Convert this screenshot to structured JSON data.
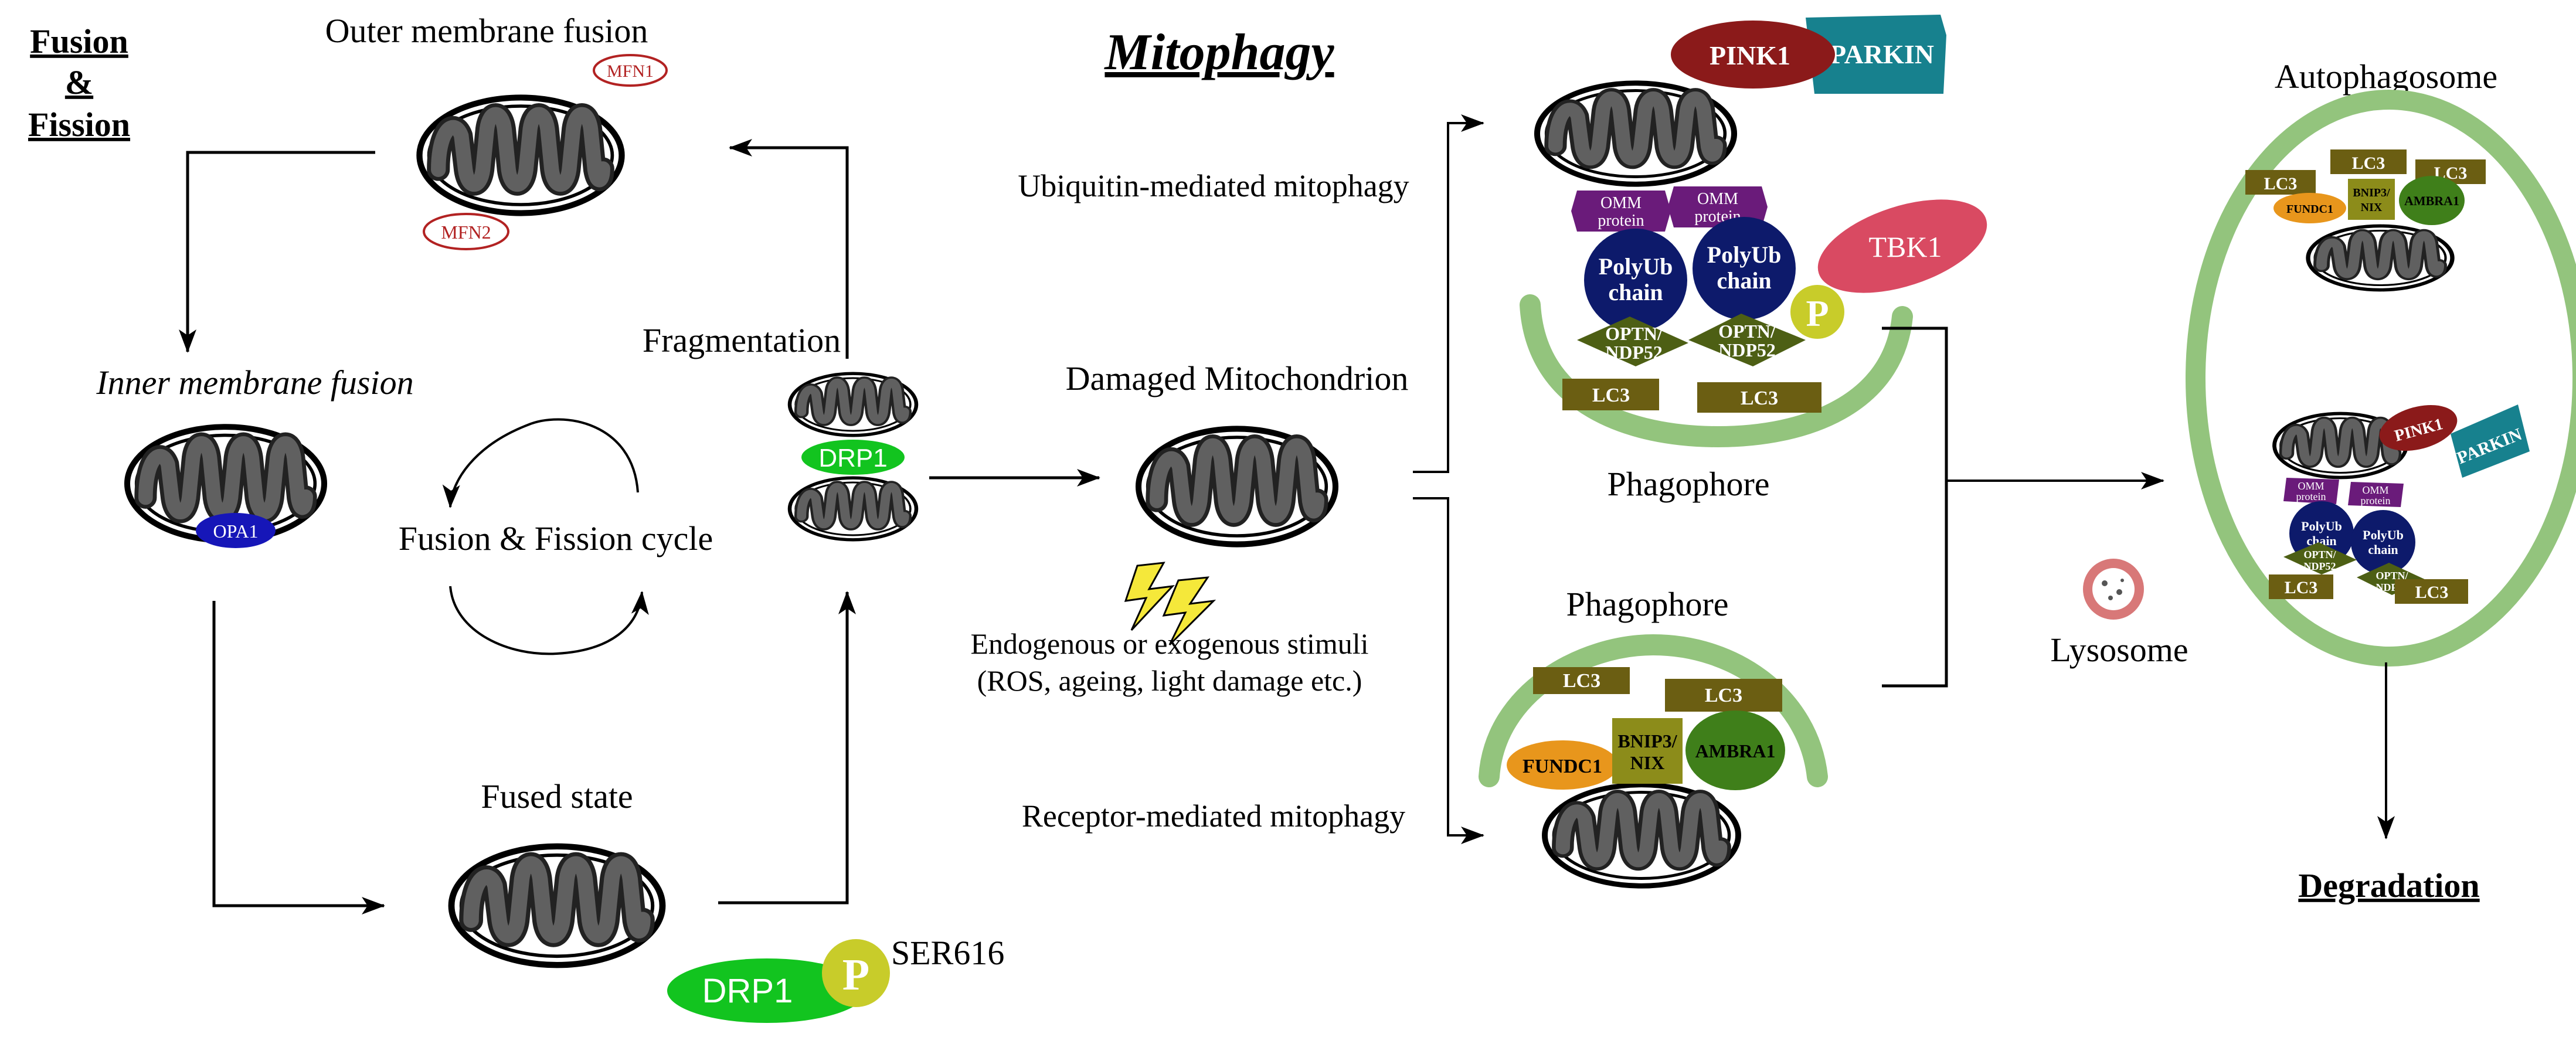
{
  "headings": {
    "fusion_fission": [
      "Fusion",
      "&",
      "Fission"
    ],
    "mitophagy": "Mitophagy",
    "degradation": "Degradation"
  },
  "labels": {
    "outer_membrane_fusion": "Outer membrane fusion",
    "inner_membrane_fusion": "Inner membrane fusion",
    "fusion_fission_cycle": "Fusion & Fission cycle",
    "fused_state": "Fused state",
    "fragmentation": "Fragmentation",
    "damaged_mitochondrion": "Damaged Mitochondrion",
    "stimuli_line1": "Endogenous or exogenous stimuli",
    "stimuli_line2": "(ROS, ageing, light damage etc.)",
    "ubiquitin_mitophagy": "Ubiquitin-mediated mitophagy",
    "receptor_mitophagy": "Receptor-mediated mitophagy",
    "phagophore_top": "Phagophore",
    "phagophore_bottom": "Phagophore",
    "autophagosome": "Autophagosome",
    "lysosome": "Lysosome",
    "ser616": "SER616"
  },
  "proteins": {
    "mfn1": "MFN1",
    "mfn2": "MFN2",
    "opa1": "OPA1",
    "drp1": "DRP1",
    "p": "P",
    "pink1": "PINK1",
    "parkin": "PARKIN",
    "tbk1": "TBK1",
    "omm_protein": [
      "OMM",
      "protein"
    ],
    "polyub_chain": [
      "PolyUb",
      "chain"
    ],
    "optn_ndp52": [
      "OPTN/",
      "NDP52"
    ],
    "lc3": "LC3",
    "fundc1": "FUNDC1",
    "bnip3_nix": [
      "BNIP3/",
      "NIX"
    ],
    "ambra1": "AMBRA1"
  },
  "colors": {
    "membrane_green": "#93c47d",
    "pink1_red": "#8b1a1a",
    "parkin_teal": "#17818e",
    "omm_purple": "#6a1b7a",
    "polyub_navy": "#0d1a6b",
    "optn_olive": "#4d5f14",
    "lc3_olive": "#6b5e12",
    "tbk1_pink": "#d94a62",
    "p_yellow": "#c8cc2a",
    "drp1_green": "#12c41f",
    "fundc1_orange": "#e8961c",
    "bnip3_olive": "#8c8c1a",
    "ambra1_green": "#3f7f1a",
    "opa1_blue": "#1616b8",
    "mfn_red": "#b22222",
    "mito_fill": "#555555"
  }
}
